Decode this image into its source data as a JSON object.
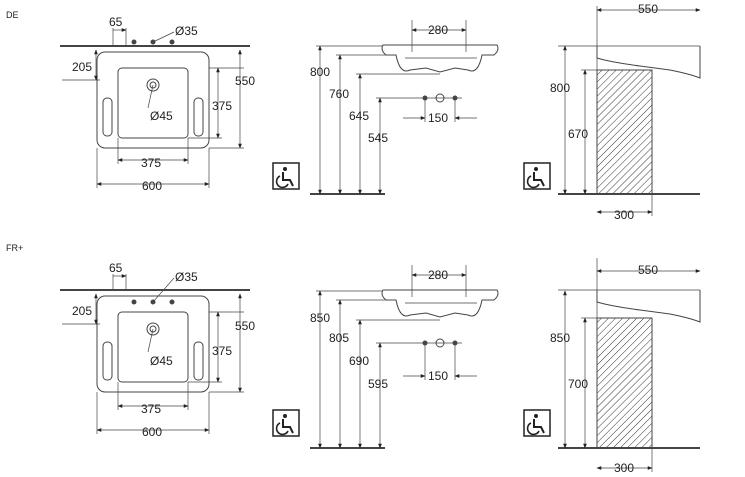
{
  "sections": [
    {
      "region": "DE",
      "top_view": {
        "dim_hole_offset": "65",
        "dim_tap_hole": "Ø35",
        "dim_depth_to_waste": "205",
        "dim_total_depth": "550",
        "dim_bowl_depth": "375",
        "dim_waste_hole": "Ø45",
        "dim_bowl_width": "375",
        "dim_total_width": "600"
      },
      "front_view": {
        "dim_handle_spacing": "280",
        "dim_rim_height": "800",
        "dim_bowl_height": "760",
        "dim_waste_height": "645",
        "dim_supply_height": "545",
        "dim_supply_spacing": "150"
      },
      "side_view": {
        "dim_projection": "550",
        "dim_rim_height": "800",
        "dim_knee_clearance": "670",
        "dim_siphon_depth": "300"
      },
      "wheelchair_icon": "wheelchair-accessible-icon"
    },
    {
      "region": "FR+",
      "top_view": {
        "dim_hole_offset": "65",
        "dim_tap_hole": "Ø35",
        "dim_depth_to_waste": "205",
        "dim_total_depth": "550",
        "dim_bowl_depth": "375",
        "dim_waste_hole": "Ø45",
        "dim_bowl_width": "375",
        "dim_total_width": "600"
      },
      "front_view": {
        "dim_handle_spacing": "280",
        "dim_rim_height": "850",
        "dim_bowl_height": "805",
        "dim_waste_height": "690",
        "dim_supply_height": "595",
        "dim_supply_spacing": "150"
      },
      "side_view": {
        "dim_projection": "550",
        "dim_rim_height": "850",
        "dim_knee_clearance": "700",
        "dim_siphon_depth": "300"
      },
      "wheelchair_icon": "wheelchair-accessible-icon"
    }
  ]
}
